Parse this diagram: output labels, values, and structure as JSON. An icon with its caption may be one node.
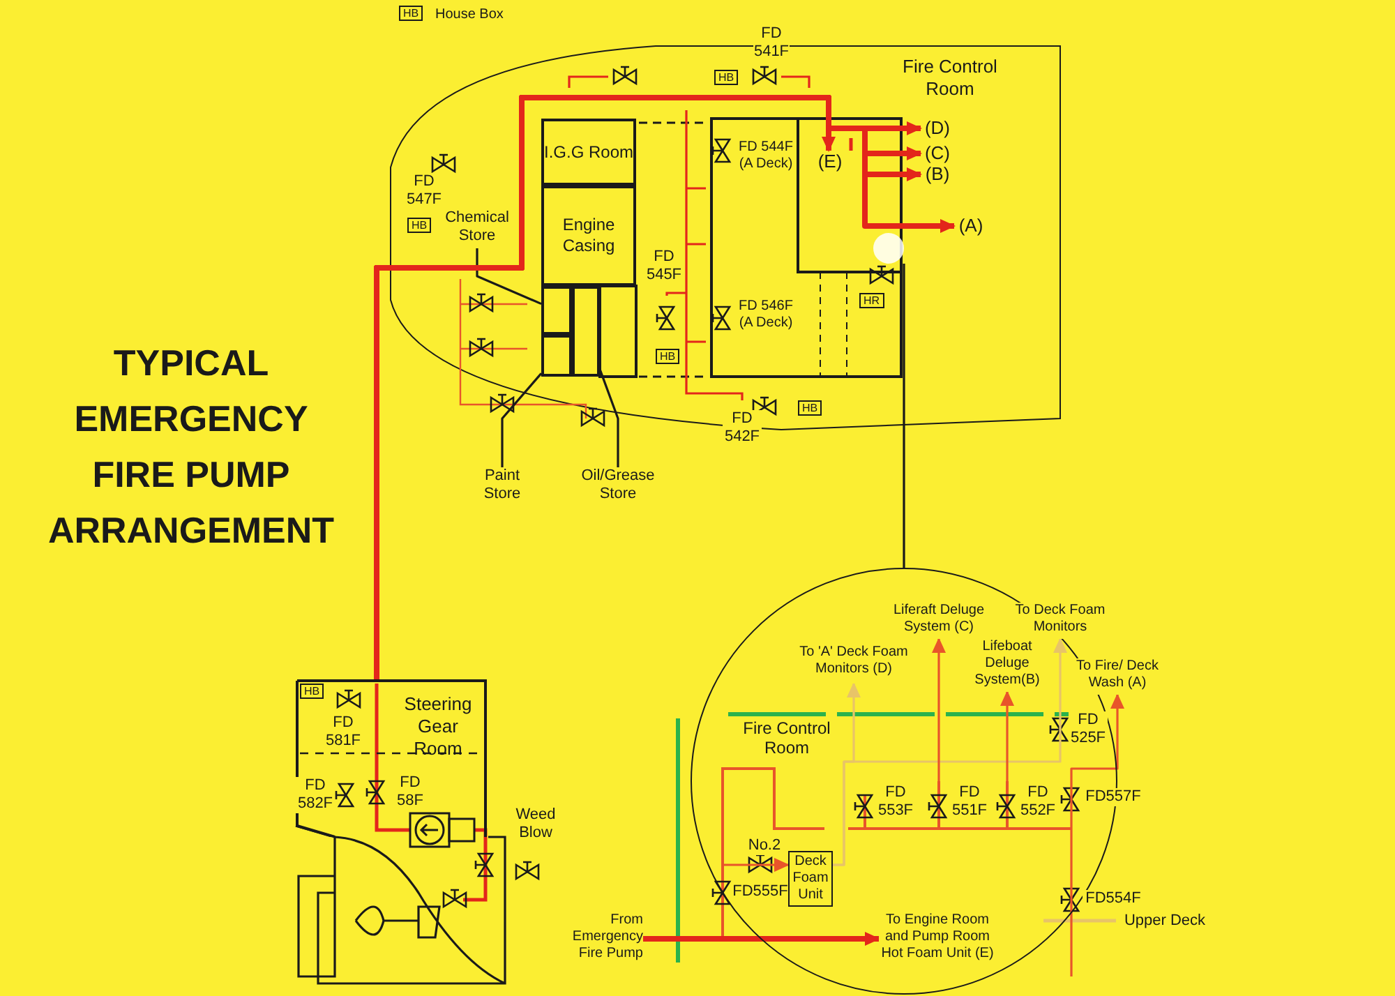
{
  "diagram": {
    "title": "TYPICAL EMERGENCY FIRE PUMP ARRANGEMENT",
    "nodes": [
      {
        "text": [
          "I.G.G Room"
        ]
      },
      {
        "text": [
          "Engine Casing"
        ]
      },
      {
        "text": [],
        "shape": "box"
      },
      {
        "text": [],
        "shape": "box"
      },
      {
        "text": [],
        "shape": "box"
      },
      {
        "text": [
          "Chemical Store"
        ]
      },
      {
        "text": [
          "Paint Store"
        ]
      },
      {
        "text": [
          "Oil/Grease Store"
        ]
      },
      {
        "text": [
          "(E)"
        ]
      },
      {
        "text": [
          "(D)"
        ]
      },
      {
        "text": [
          "(C)"
        ]
      },
      {
        "text": [
          "(B)"
        ]
      },
      {
        "text": [
          "(A)"
        ]
      },
      {
        "text": [
          "Steering Gear Room"
        ]
      },
      {
        "text": [],
        "shape": "circle"
      },
      {
        "text": [],
        "shape": "circle"
      },
      {
        "text": [
          "Deck Foam Unit"
        ],
        "in": 15
      },
      {
        "text": [
          "To 'A' Deck Foam Monitors (D)"
        ],
        "in": 15
      },
      {
        "text": [
          "Liferaft Deluge System (C)"
        ],
        "in": 15
      },
      {
        "text": [
          "Lifeboat Deluge System(B)"
        ],
        "in": 15
      },
      {
        "text": [
          "To Deck Foam Monitors"
        ],
        "in": 15
      },
      {
        "text": [
          "To Fire/ Deck Wash (A)"
        ]
      },
      {
        "text": [
          "To Engine Room and Pump Room Hot Foam Unit (E)"
        ],
        "in": 15
      },
      {
        "text": [
          "From Emergency Fire Pump"
        ]
      }
    ],
    "edges": [
      {
        "from": 5,
        "to": 2,
        "arrow": "none",
        "color": "#1a1a1a"
      },
      {
        "from": 6,
        "to": 3,
        "arrow": "none",
        "color": "#1a1a1a"
      },
      {
        "from": 7,
        "to": 4,
        "arrow": "none",
        "color": "#1a1a1a"
      },
      {
        "from": 13,
        "to": 8,
        "arrow": "to",
        "style": "thick"
      },
      {
        "from": 13,
        "to": 9,
        "arrow": "to",
        "style": "thick"
      },
      {
        "from": 13,
        "to": 10,
        "arrow": "to",
        "style": "thick"
      },
      {
        "from": 13,
        "to": 11,
        "arrow": "to",
        "style": "thick"
      },
      {
        "from": 13,
        "to": 12,
        "arrow": "to",
        "style": "thick"
      },
      {
        "from": 14,
        "to": 15,
        "arrow": "none",
        "color": "#1a1a1a"
      },
      {
        "from": 16,
        "to": 17,
        "arrow": "to",
        "color": "#e8c468"
      },
      {
        "from": 16,
        "to": 20,
        "arrow": "to",
        "color": "#e8c468"
      },
      {
        "from": null,
        "to": 18,
        "arrow": "to",
        "color": "#e8552a"
      },
      {
        "from": null,
        "to": 19,
        "arrow": "to",
        "color": "#e8552a"
      },
      {
        "from": null,
        "to": 21,
        "arrow": "to",
        "color": "#e8552a"
      },
      {
        "from": null,
        "to": 16,
        "arrow": "to",
        "color": "#e8552a"
      },
      {
        "from": 23,
        "to": 22,
        "arrow": "to",
        "style": "thick"
      }
    ],
    "labels": [
      "HB",
      "House Box",
      "FD 541F",
      "HB",
      "Fire Control Room",
      "FD 544F (A Deck)",
      "FD 547F",
      "HB",
      "FD 545F",
      "HB",
      "FD 546F (A Deck)",
      "HR",
      "FD 542F",
      "HB",
      "HB",
      "FD 581F",
      "FD 582F",
      "FD 58F",
      "Weed Blow",
      "Fire Control Room",
      "FD 525F",
      "FD 553F",
      "FD 551F",
      "FD 552F",
      "FD557F",
      "No.2",
      "FD555F",
      "FD554F",
      "Upper Deck"
    ]
  }
}
